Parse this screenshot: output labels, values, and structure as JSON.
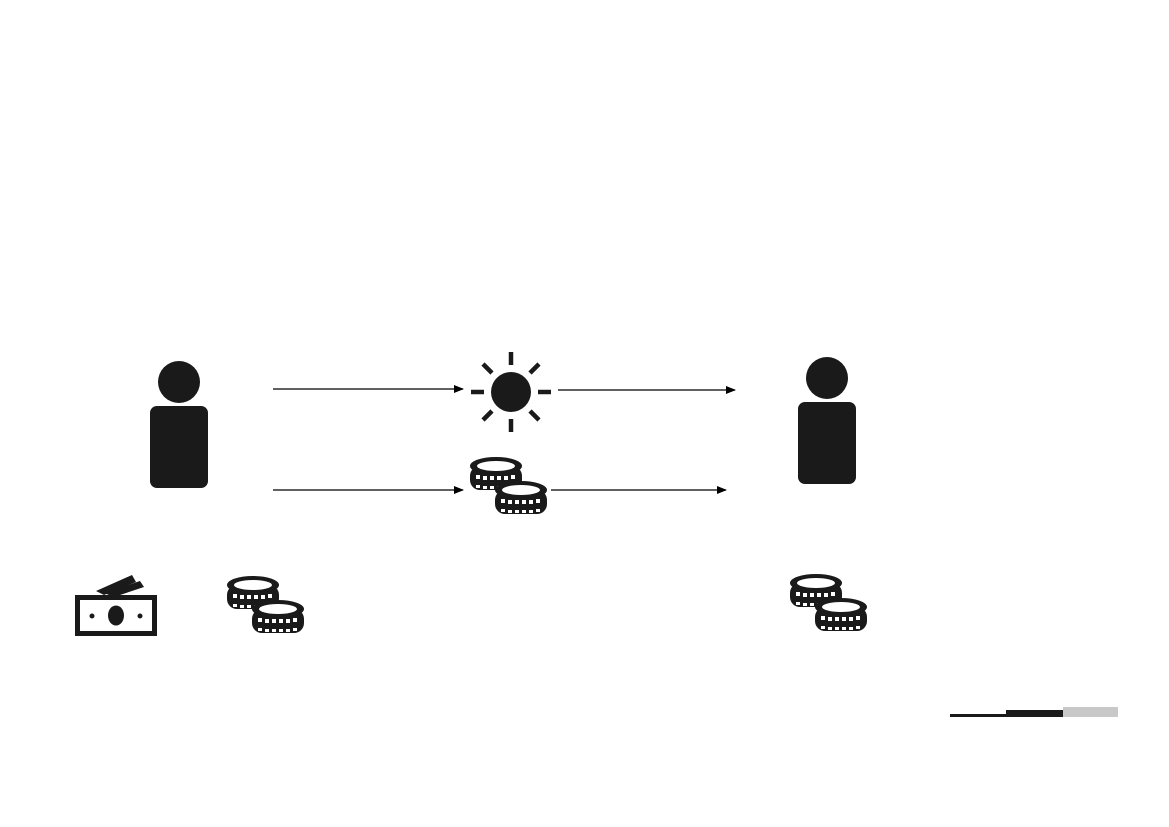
{
  "diagram": {
    "nodes": [
      {
        "id": "sender",
        "icon": "person-icon"
      },
      {
        "id": "receiver",
        "icon": "person-icon"
      },
      {
        "id": "energy",
        "icon": "sun-icon"
      },
      {
        "id": "payment",
        "icon": "coins-icon"
      }
    ],
    "edges": [
      {
        "from": "sender",
        "to": "energy"
      },
      {
        "from": "energy",
        "to": "receiver"
      },
      {
        "from": "sender",
        "to": "payment"
      },
      {
        "from": "payment",
        "to": "receiver"
      }
    ],
    "assets": [
      {
        "owner": "sender",
        "icon": "banknotes-icon"
      },
      {
        "owner": "sender",
        "icon": "coins-icon"
      },
      {
        "owner": "receiver",
        "icon": "coins-icon"
      }
    ],
    "legend_bar": {
      "icon": "scale-bar-icon"
    },
    "colors": {
      "ink": "#1a1a1a",
      "line": "#000000",
      "scale_light": "#c8c8c8",
      "background": "#ffffff"
    }
  }
}
